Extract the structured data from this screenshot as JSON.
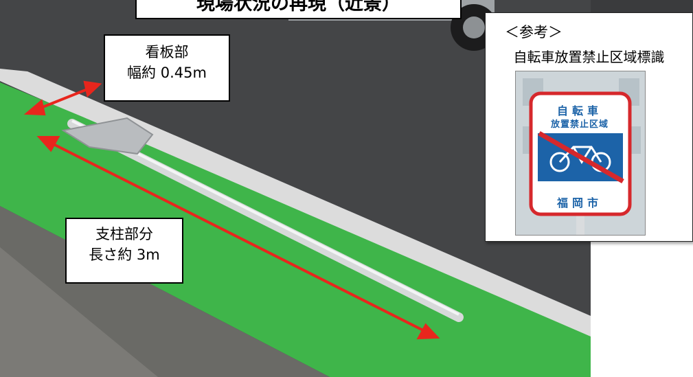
{
  "title": "現場状況の再現（近景）",
  "signboard_label": {
    "line1": "看板部",
    "line2": "幅約 0.45m"
  },
  "pole_label": {
    "line1": "支柱部分",
    "line2": "長さ約 3m"
  },
  "reference": {
    "heading": "＜参考＞",
    "caption": "自転車放置禁止区域標識",
    "sign": {
      "line1": "自転車",
      "line2": "放置禁止区域",
      "line3": "福岡市"
    }
  },
  "colors": {
    "asphalt": "#3a3b3d",
    "bike_lane": "#3fb54a",
    "arrow": "#e8261d",
    "road_marking": "#eeeeee",
    "sign_blue": "#1c63a8",
    "sign_red": "#d6282c"
  }
}
